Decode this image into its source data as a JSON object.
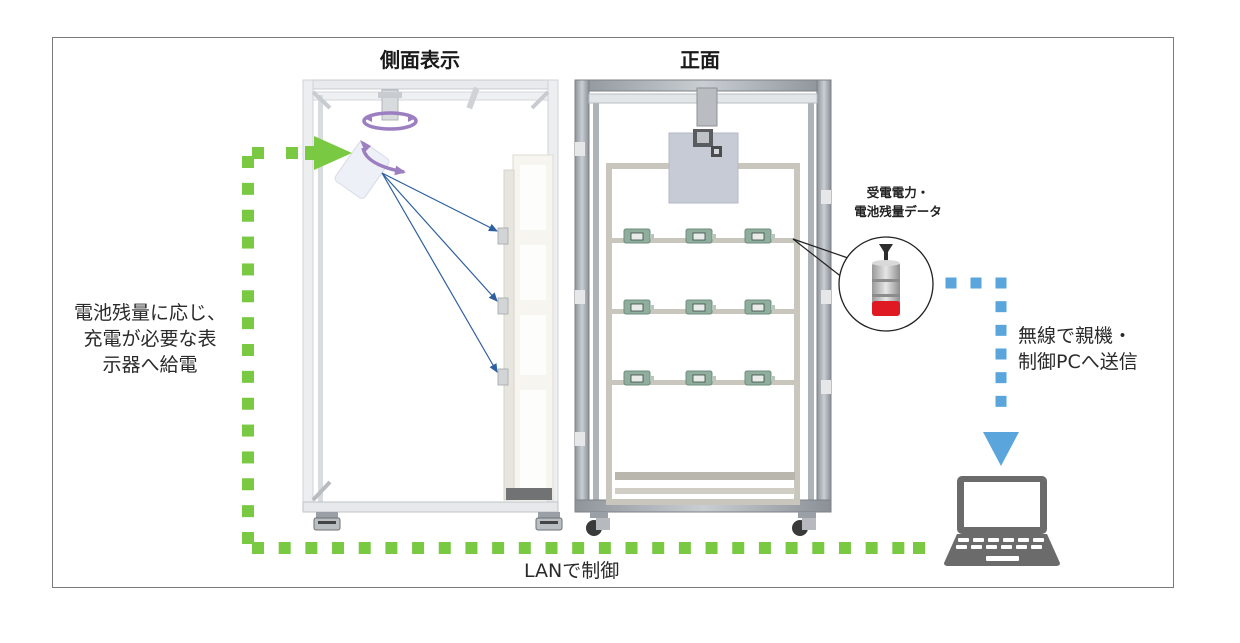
{
  "titles": {
    "side_view": "側面表示",
    "front_view": "正面"
  },
  "labels": {
    "power_feed_line1": "電池残量に応じ、",
    "power_feed_line2": "充電が必要な表",
    "power_feed_line3": "示器へ給電",
    "sensor_data_line1": "受電電力・",
    "sensor_data_line2": "電池残量データ",
    "wireless_line1": "無線で親機・",
    "wireless_line2": "制御PCへ送信",
    "lan_control": "LANで制御"
  },
  "colors": {
    "lan_path": "#7ac943",
    "wireless_path": "#5aa6dc",
    "rotation_arrows": "#9b7fc0",
    "beam_arrows": "#2e5f9e",
    "battery_low": "#e01a22",
    "laptop": "#6b6b6b"
  },
  "shelf": {
    "rows": 3,
    "displays_per_row": 3
  }
}
